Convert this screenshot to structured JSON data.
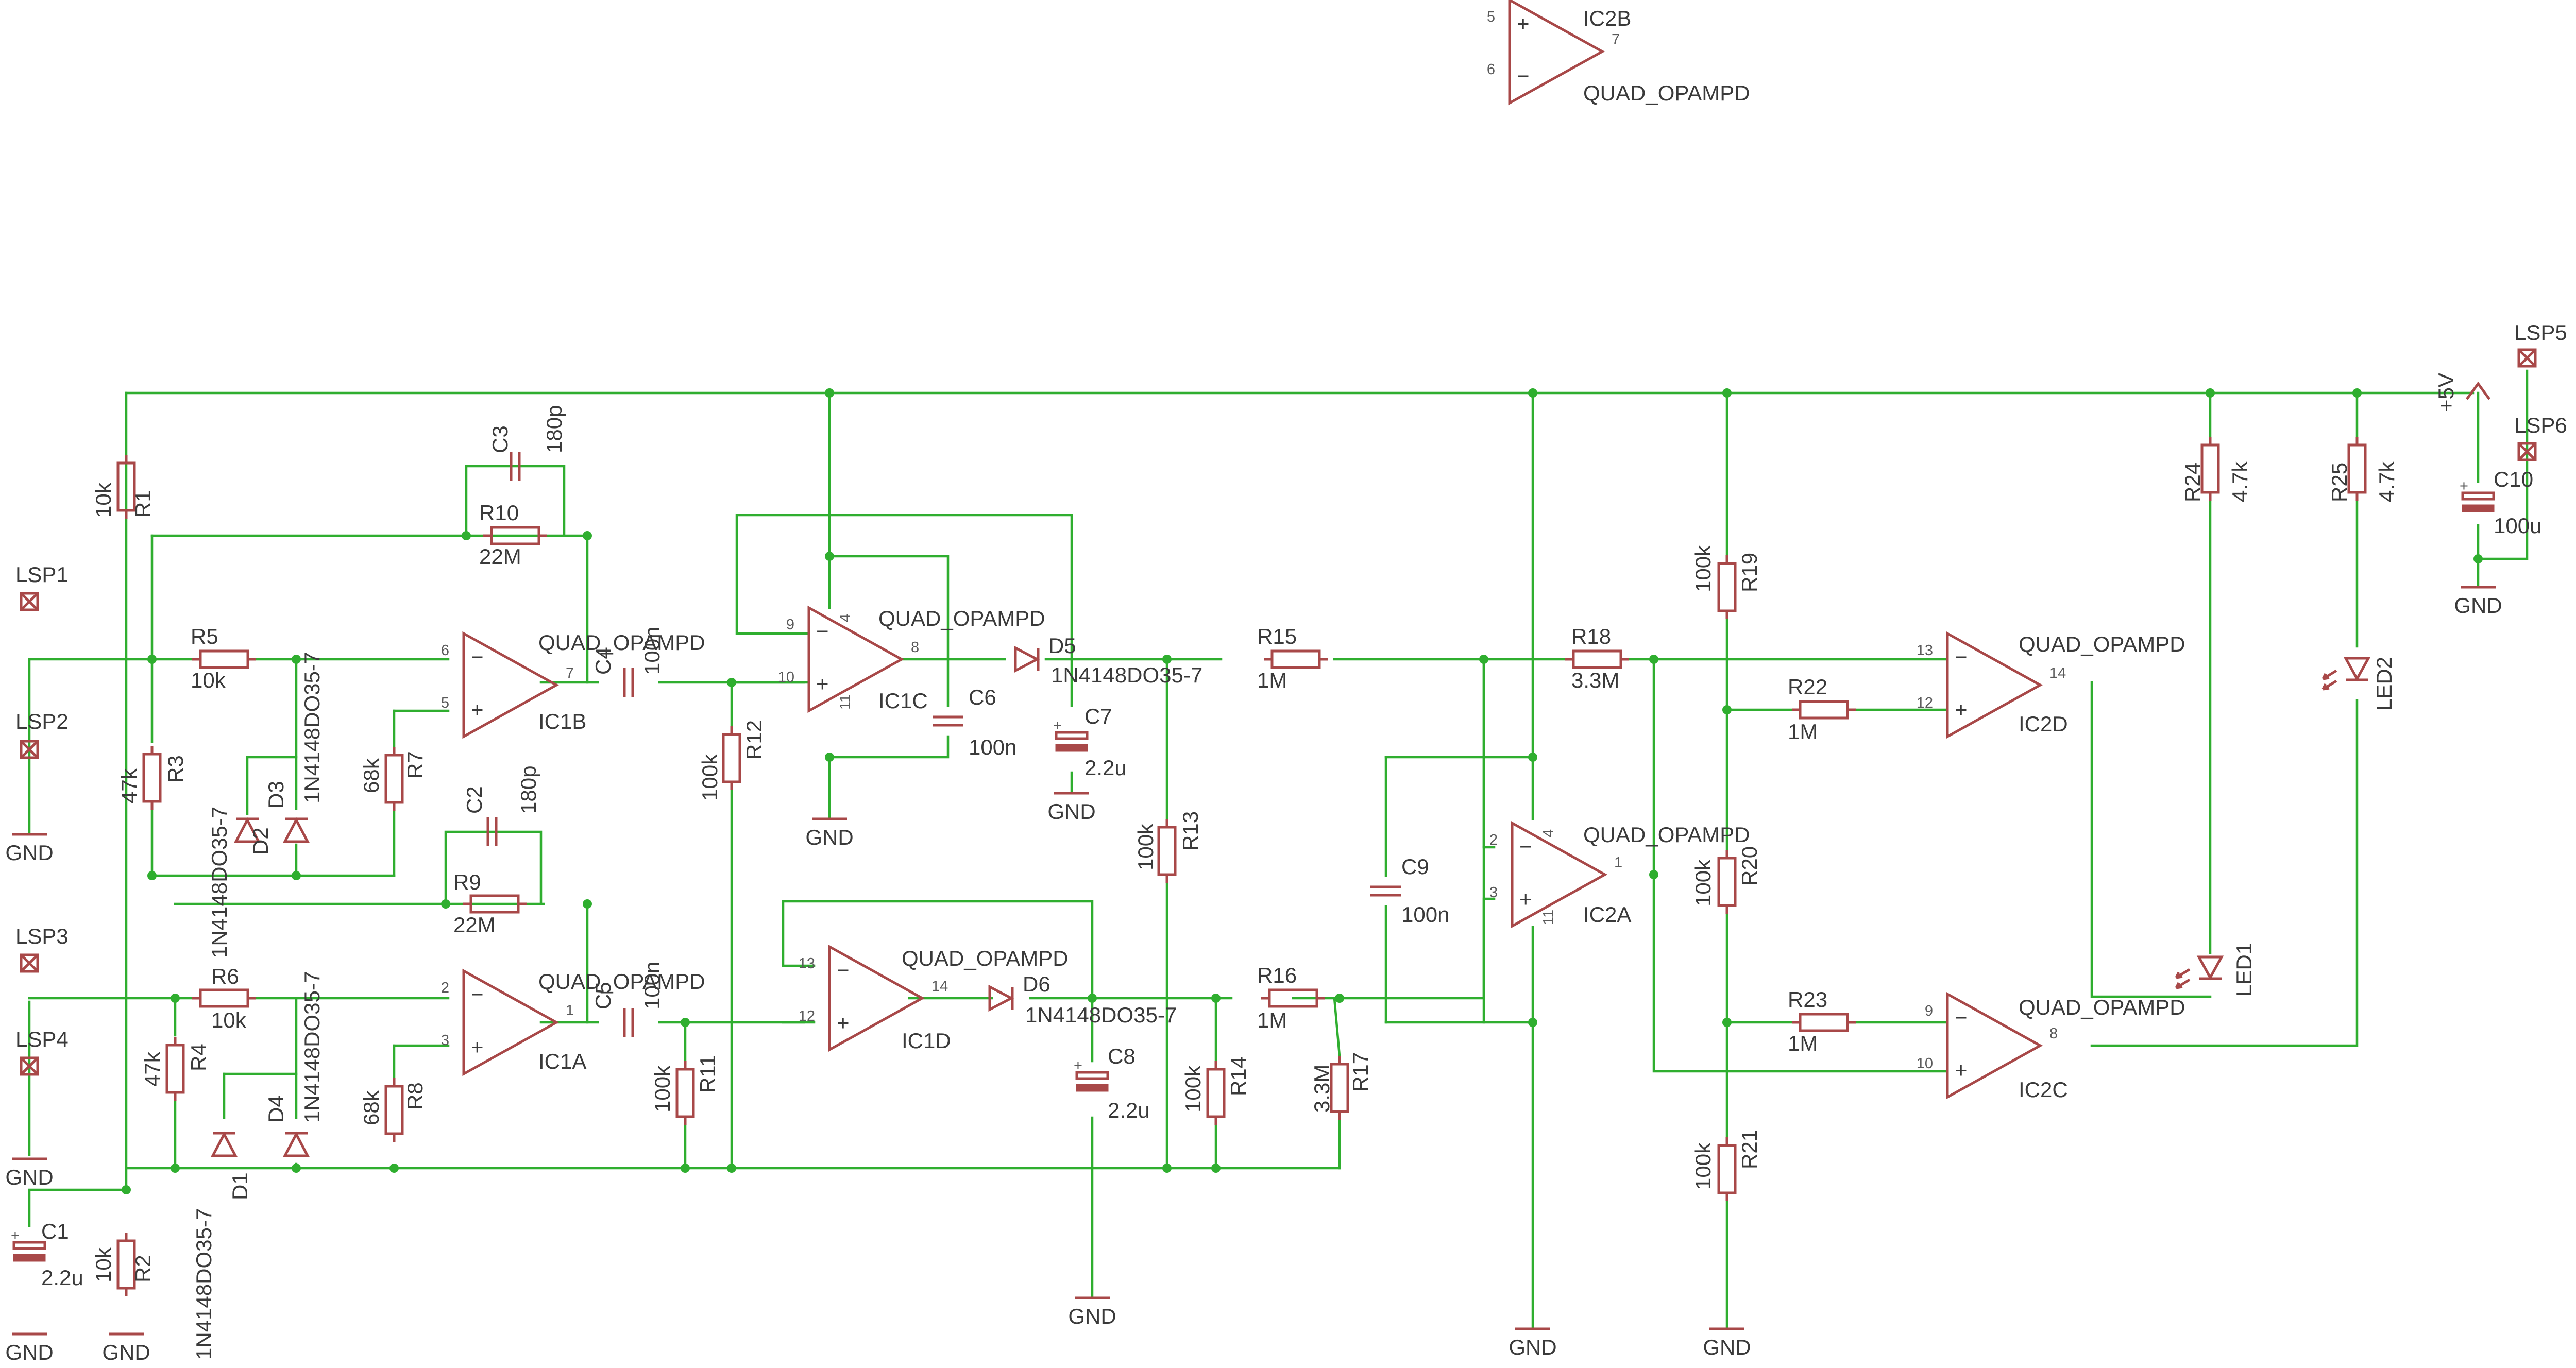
{
  "colors": {
    "wire": "#2fae2f",
    "symbol": "#a84848",
    "text": "#3a3a3a",
    "background": "#ffffff"
  },
  "parts": {
    "R1": {
      "name": "R1",
      "value": "10k"
    },
    "R2": {
      "name": "R2",
      "value": "10k"
    },
    "R3": {
      "name": "R3",
      "value": "47k"
    },
    "R4": {
      "name": "R4",
      "value": "47k"
    },
    "R5": {
      "name": "R5",
      "value": "10k"
    },
    "R6": {
      "name": "R6",
      "value": "10k"
    },
    "R7": {
      "name": "R7",
      "value": "68k"
    },
    "R8": {
      "name": "R8",
      "value": "68k"
    },
    "R9": {
      "name": "R9",
      "value": "22M"
    },
    "R10": {
      "name": "R10",
      "value": "22M"
    },
    "R11": {
      "name": "R11",
      "value": "100k"
    },
    "R12": {
      "name": "R12",
      "value": "100k"
    },
    "R13": {
      "name": "R13",
      "value": "100k"
    },
    "R14": {
      "name": "R14",
      "value": "100k"
    },
    "R15": {
      "name": "R15",
      "value": "1M"
    },
    "R16": {
      "name": "R16",
      "value": "1M"
    },
    "R17": {
      "name": "R17",
      "value": "3.3M"
    },
    "R18": {
      "name": "R18",
      "value": "3.3M"
    },
    "R19": {
      "name": "R19",
      "value": "100k"
    },
    "R20": {
      "name": "R20",
      "value": "100k"
    },
    "R21": {
      "name": "R21",
      "value": "100k"
    },
    "R22": {
      "name": "R22",
      "value": "1M"
    },
    "R23": {
      "name": "R23",
      "value": "1M"
    },
    "R24": {
      "name": "R24",
      "value": "4.7k"
    },
    "R25": {
      "name": "R25",
      "value": "4.7k"
    },
    "C1": {
      "name": "C1",
      "value": "2.2u"
    },
    "C2": {
      "name": "C2",
      "value": "180p"
    },
    "C3": {
      "name": "C3",
      "value": "180p"
    },
    "C4": {
      "name": "C4",
      "value": "100n"
    },
    "C5": {
      "name": "C5",
      "value": "100n"
    },
    "C6": {
      "name": "C6",
      "value": "100n"
    },
    "C7": {
      "name": "C7",
      "value": "2.2u"
    },
    "C8": {
      "name": "C8",
      "value": "2.2u"
    },
    "C9": {
      "name": "C9",
      "value": "100n"
    },
    "C10": {
      "name": "C10",
      "value": "100u"
    },
    "D1": {
      "name": "D1",
      "value": "1N4148DO35-7"
    },
    "D2": {
      "name": "D2",
      "value": "1N4148DO35-7"
    },
    "D3": {
      "name": "D3",
      "value": "1N4148DO35-7"
    },
    "D4": {
      "name": "D4",
      "value": "1N4148DO35-7"
    },
    "D5": {
      "name": "D5",
      "value": "1N4148DO35-7"
    },
    "D6": {
      "name": "D6",
      "value": "1N4148DO35-7"
    },
    "LED1": {
      "name": "LED1"
    },
    "LED2": {
      "name": "LED2"
    },
    "IC1A": {
      "name": "IC1A",
      "value": "QUAD_OPAMPD",
      "pins": [
        "2",
        "3",
        "1"
      ]
    },
    "IC1B": {
      "name": "IC1B",
      "value": "QUAD_OPAMPD",
      "pins": [
        "6",
        "5",
        "7"
      ]
    },
    "IC1C": {
      "name": "IC1C",
      "value": "QUAD_OPAMPD",
      "pins": [
        "9",
        "10",
        "8"
      ],
      "pwr": [
        "4",
        "11"
      ]
    },
    "IC1D": {
      "name": "IC1D",
      "value": "QUAD_OPAMPD",
      "pins": [
        "13",
        "12",
        "14"
      ]
    },
    "IC2A": {
      "name": "IC2A",
      "value": "QUAD_OPAMPD",
      "pins": [
        "2",
        "3",
        "1"
      ],
      "pwr": [
        "4",
        "11"
      ]
    },
    "IC2B": {
      "name": "IC2B",
      "value": "QUAD_OPAMPD",
      "pins": [
        "5",
        "6",
        "7"
      ]
    },
    "IC2C": {
      "name": "IC2C",
      "value": "QUAD_OPAMPD",
      "pins": [
        "9",
        "10",
        "8"
      ]
    },
    "IC2D": {
      "name": "IC2D",
      "value": "QUAD_OPAMPD",
      "pins": [
        "13",
        "12",
        "14"
      ]
    }
  },
  "connectors": [
    "LSP1",
    "LSP2",
    "LSP3",
    "LSP4",
    "LSP5",
    "LSP6"
  ],
  "supplies": {
    "gnd": "GND",
    "vcc": "+5V"
  }
}
